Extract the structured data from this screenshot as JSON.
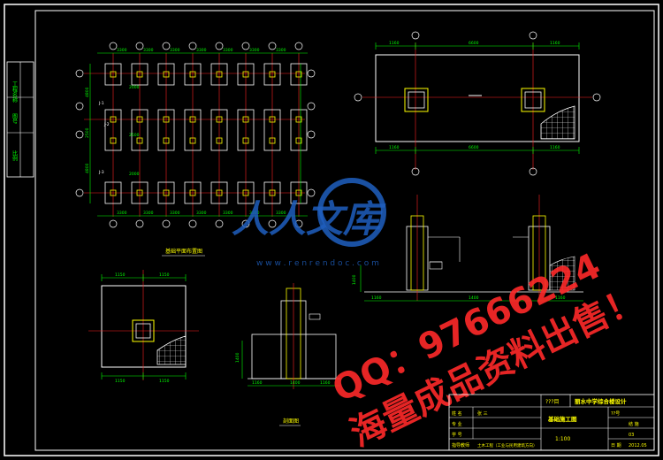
{
  "colors": {
    "background": "#000000",
    "frame": "#ffffff",
    "dims": "#00ff00",
    "axis": "#ff2020",
    "pier": "#ffff00",
    "walls": "#ffffff",
    "hatch": "#ffffff",
    "watermark_red": "#ff2a2a",
    "logo_blue": "#1f5fbf",
    "title_text": "#ffff00",
    "titleblock_cyan": "#00ffff"
  },
  "side_strip": {
    "labels": [
      "工程名称",
      "图号",
      "比例"
    ]
  },
  "plan": {
    "title": "基础平面布置图",
    "top_dims": [
      "3300",
      "3300",
      "3300",
      "3300",
      "3300",
      "3300",
      "3300"
    ],
    "bottom_dims": [
      "3300",
      "3300",
      "3300",
      "3300",
      "3300",
      "3300",
      "3300"
    ],
    "left_dims": [
      "4800",
      "2500",
      "4800"
    ],
    "left_axes": [
      "A",
      "B",
      "C",
      "D"
    ],
    "footing_tags": [
      "J-1",
      "J-2",
      "J-3"
    ],
    "footing_dims": [
      "2000",
      "2500",
      "2000"
    ]
  },
  "elev_top": {
    "dims_top": [
      "1160",
      "6600",
      "1160"
    ],
    "dims_bottom": [
      "1160",
      "6600",
      "1160"
    ]
  },
  "section_right": {
    "dims": [
      "1160",
      "1400",
      "1160"
    ],
    "level": "1400"
  },
  "footing_detail": {
    "dims_top": [
      "1150",
      "1150"
    ],
    "dims_bottom": [
      "1150",
      "1150"
    ]
  },
  "section_bottom": {
    "title": "剖面图",
    "dims": [
      "1160",
      "1400",
      "1160"
    ],
    "level": "1400"
  },
  "watermark": {
    "logo_text": "人人文库",
    "site": "w w w . r e n r e n d o c . c o m",
    "qq": "QQ：97666224",
    "slogan": "海量成品资料出售！"
  },
  "title_block": {
    "code": "???目",
    "project": "丽水中学综合楼设计",
    "drawing_name": "基础施工图",
    "scale": "1:100",
    "rows": [
      {
        "label": "姓  名",
        "value": "张  三"
      },
      {
        "label": "专  业",
        "value": ""
      },
      {
        "label": "学  号",
        "value": ""
      },
      {
        "label": "指导教师",
        "value": ""
      }
    ],
    "dept": "土木工程（工业与民用建筑方向）",
    "sheet_label": "??号",
    "cells": [
      "结  施",
      "03",
      "2012.05"
    ],
    "date_label": "日  期"
  }
}
